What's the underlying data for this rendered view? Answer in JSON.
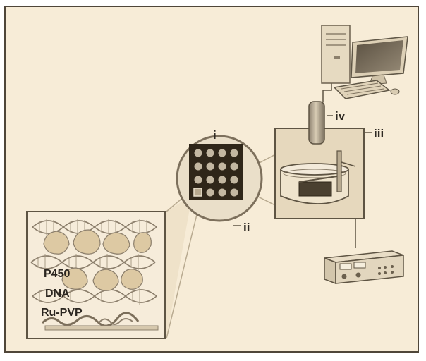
{
  "labels": {
    "i": "i",
    "ii": "ii",
    "iii": "iii",
    "iv": "iv"
  },
  "layers": {
    "p450": "P450",
    "dna": "DNA",
    "ru_pvp": "Ru-PVP"
  },
  "colors": {
    "background": "#f7ecd7",
    "border": "#4f4639",
    "array_dark": "#2f2619",
    "spot": "#c3b7a1",
    "device": "#e9dcc2",
    "stroke": "#5e5443",
    "protein": "#ddc9a3",
    "dna_helix": "#8c7f6c"
  },
  "icons": {
    "computer": "computer-icon",
    "potentiostat": "potentiostat-icon",
    "electrode": "electrode-icon",
    "electrochemical_cell": "electrochemical-cell-icon",
    "array": "electrode-array-icon"
  }
}
